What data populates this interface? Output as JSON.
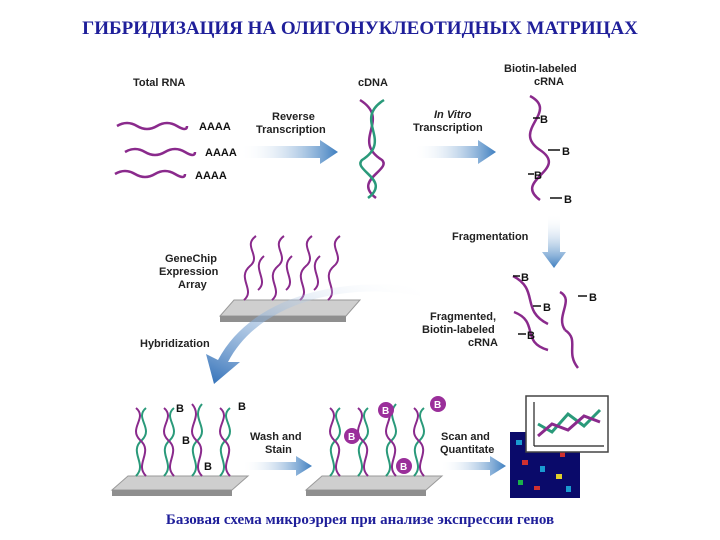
{
  "title": "ГИБРИДИЗАЦИЯ НА ОЛИГОНУКЛЕОТИДНЫХ МАТРИЦАХ",
  "caption": "Базовая схема микроэррея при анализе экспрессии генов",
  "labels": {
    "total_rna": "Total RNA",
    "cdna": "cDNA",
    "biotin_crna_1": "Biotin-labeled",
    "biotin_crna_2": "cRNA",
    "reverse_1": "Reverse",
    "reverse_2": "Transcription",
    "invitro_1": "In Vitro",
    "invitro_2": "Transcription",
    "fragmentation": "Fragmentation",
    "genechip_1": "GeneChip",
    "genechip_2": "Expression",
    "genechip_3": "Array",
    "hybridization": "Hybridization",
    "fragmented_1": "Fragmented,",
    "fragmented_2": "Biotin-labeled",
    "fragmented_3": "cRNA",
    "wash_1": "Wash and",
    "wash_2": "Stain",
    "scan_1": "Scan and",
    "scan_2": "Quantitate",
    "polya": "AAAA",
    "biotin": "B"
  },
  "colors": {
    "title": "#1f1f9a",
    "rna": "#8a2a8c",
    "dna_green": "#2a9a7a",
    "arrow_blue": "#3f7fc0",
    "chip": "#c8c8c8",
    "stain": "#9a2f9a"
  }
}
